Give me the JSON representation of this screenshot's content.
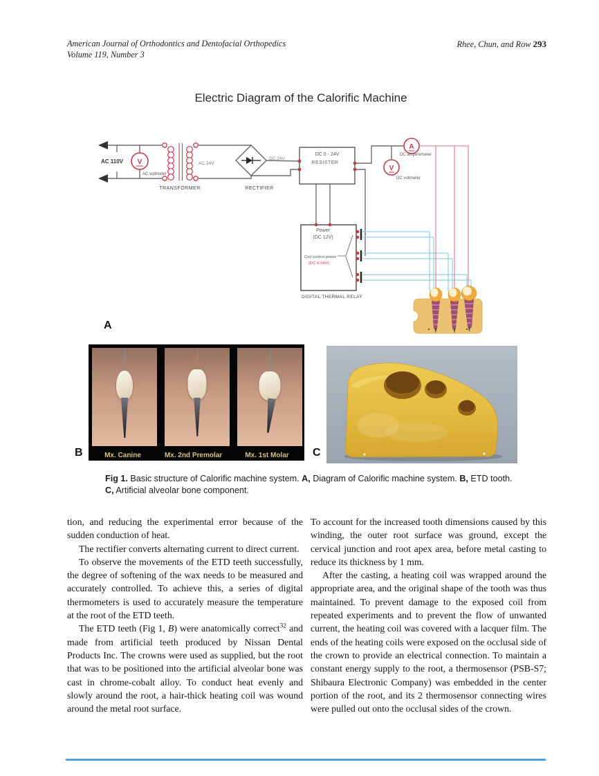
{
  "header": {
    "journal_line1": "American Journal of Orthodontics and Dentofacial Orthopedics",
    "journal_line2": "Volume 119, Number 3",
    "authors": "Rhee, Chun, and Row",
    "page_number": "293"
  },
  "figure": {
    "title": "Electric Diagram of the Calorific Machine",
    "diagram": {
      "ac_110v": "AC 110V",
      "ac_voltmeter_label": "AC voltmeter",
      "voltmeter_symbol": "V",
      "ammeter_symbol": "A",
      "transformer_label": "TRANSFORMER",
      "ac_24v": "AC 24V",
      "dc_24v": "DC 24V",
      "rectifier_label": "RECTIFIER",
      "resister_line1": "DC 0 - 24V",
      "resister_line2": "RESISTER",
      "dc_amperemeter_label": "DC amperemeter",
      "dc_voltmeter_label": "DC voltmeter",
      "power_line1": "Power",
      "power_line2": "(DC 12V)",
      "coil_control_label": "Coil control power",
      "coil_control_range": "(DC 0-24V)",
      "relay_label": "DIGITAL THERMAL RELAY"
    },
    "panel_labels": {
      "a": "A",
      "b": "B",
      "c": "C"
    },
    "tooth_photos": [
      {
        "label": "Mx. Canine"
      },
      {
        "label": "Mx. 2nd Premolar"
      },
      {
        "label": "Mx. 1st Molar"
      }
    ],
    "caption": {
      "segments": [
        {
          "text": "Fig 1.",
          "bold": true
        },
        {
          "text": " Basic structure of Calorific machine system. "
        },
        {
          "text": "A,",
          "bold": true
        },
        {
          "text": " Diagram of Calorific machine system. "
        },
        {
          "text": "B,",
          "bold": true
        },
        {
          "text": " ETD tooth. "
        },
        {
          "text": "C,",
          "bold": true
        },
        {
          "text": " Artificial alveolar bone component."
        }
      ]
    }
  },
  "body": {
    "left_column": [
      {
        "indent": false,
        "segments": [
          {
            "text": "tion, and reducing the experimental error because of the sudden conduction of heat."
          }
        ]
      },
      {
        "indent": true,
        "segments": [
          {
            "text": "The rectifier converts alternating current to direct current."
          }
        ]
      },
      {
        "indent": true,
        "segments": [
          {
            "text": "To observe the movements of the ETD teeth successfully, the degree of softening of the wax needs to be measured and accurately controlled. To achieve this, a series of digital thermometers is used to accurately measure the temperature at the root of the ETD teeth."
          }
        ]
      },
      {
        "indent": true,
        "segments": [
          {
            "text": "The ETD teeth (Fig 1, "
          },
          {
            "text": "B",
            "italic": true
          },
          {
            "text": ") were anatomically correct"
          },
          {
            "text": "32",
            "sup": true
          },
          {
            "text": " and made from artificial teeth produced by Nissan Dental Products Inc. The crowns were used as supplied, but the root that was to be positioned into the artificial alveolar bone was cast in chrome-cobalt alloy. To conduct heat evenly and slowly around the root, a hair-thick heating coil was wound around the metal root surface."
          }
        ]
      }
    ],
    "right_column": [
      {
        "indent": false,
        "segments": [
          {
            "text": "To account for the increased tooth dimensions caused by this winding, the outer root surface was ground, except the cervical junction and root apex area, before metal casting to reduce its thickness by 1 mm."
          }
        ]
      },
      {
        "indent": true,
        "segments": [
          {
            "text": "After the casting, a heating coil was wrapped around the appropriate area, and the original shape of the tooth was thus maintained. To prevent damage to the exposed coil from repeated experiments and to prevent the flow of unwanted current, the heating coil was covered with a lacquer film. The ends of the heating coils were exposed on the occlusal side of the crown to provide an electrical connection. To maintain a constant energy supply to the root, a thermosensor (PSB-S7; Shibaura Electronic Company) was embedded in the center portion of the root, and its 2 thermosensor connecting wires were pulled out onto the occlusal sides of the crown."
          }
        ]
      }
    ]
  },
  "colors": {
    "accent_red": "#c3394a",
    "wire_gray": "#6b6b6b",
    "wire_cyan": "#93d2e2",
    "wire_pink": "#e07585",
    "bone_tan": "#edc172",
    "wax_yellow": "#e3ba45",
    "photo_label_tan": "#d6c186",
    "footer_blue": "#4aa2e2"
  }
}
